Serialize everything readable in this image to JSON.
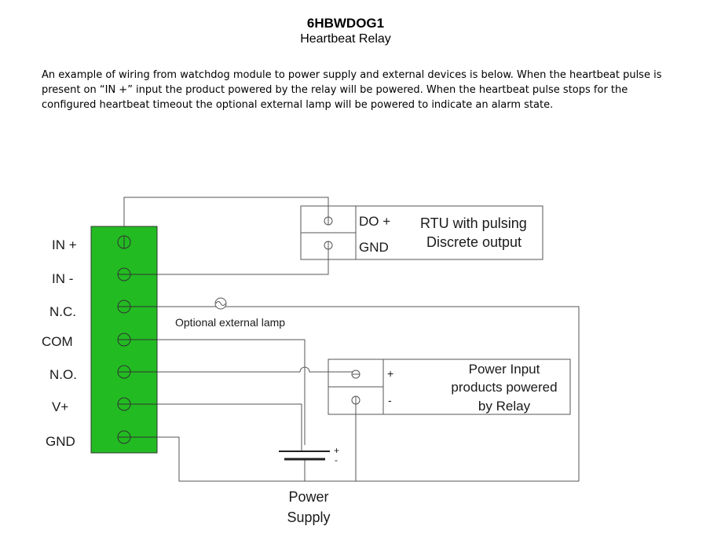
{
  "header": {
    "title": "6HBWDOG1",
    "subtitle": "Heartbeat Relay"
  },
  "description": "An example of wiring from watchdog module to power supply and external devices is below. When the heartbeat pulse is present on “IN +” input the product powered by the relay will be powered. When the heartbeat pulse stops for the configured heartbeat timeout the optional external lamp will be powered to indicate an alarm state.",
  "terminal_block": {
    "color": "#22bb22",
    "labels": [
      "IN +",
      "IN -",
      "N.C.",
      "COM",
      "N.O.",
      "V+",
      "GND"
    ]
  },
  "rtu": {
    "pin_labels": [
      "DO +",
      "GND"
    ],
    "label_line1": "RTU with pulsing",
    "label_line2": "Discrete output"
  },
  "lamp_label": "Optional external lamp",
  "power_input": {
    "pin_labels": [
      "+",
      "-"
    ],
    "label_line1": "Power Input",
    "label_line2": "products powered",
    "label_line3": "by Relay"
  },
  "power_supply": {
    "plus": "+",
    "minus": "-",
    "label_line1": "Power",
    "label_line2": "Supply"
  }
}
